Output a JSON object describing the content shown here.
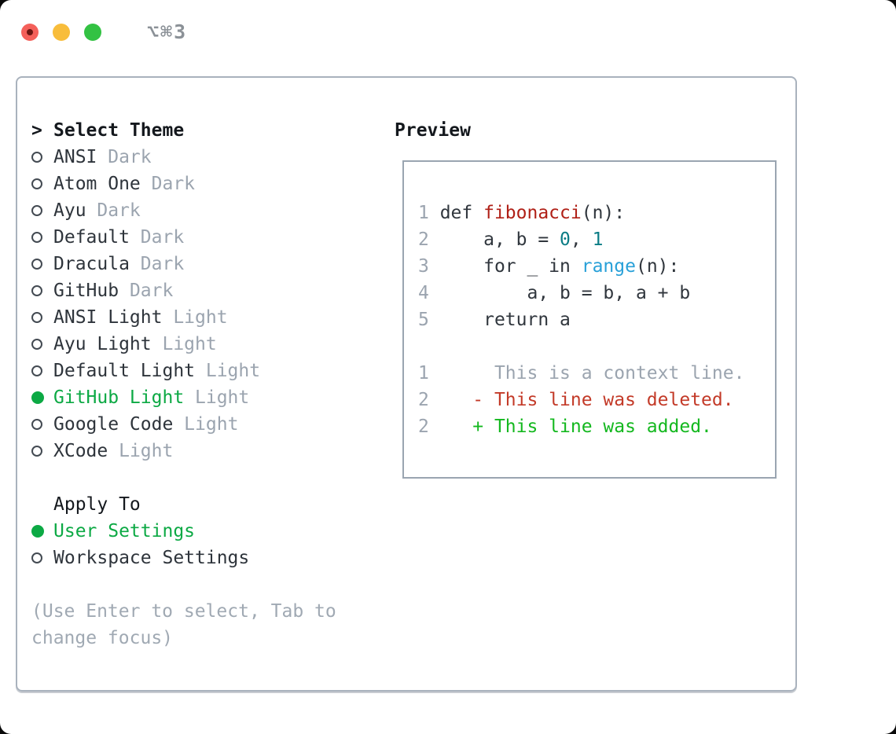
{
  "titlebar": {
    "title": "⌥⌘3"
  },
  "colors": {
    "accent_green": "#0ca944",
    "diff_added_green": "#14b81f",
    "diff_deleted_red": "#c33a28",
    "function_red": "#b02017",
    "number_teal": "#0b7c85",
    "builtin_blue": "#28a0d8",
    "dim_gray": "#9ba4af",
    "traffic_red": "#f4605a",
    "traffic_yellow": "#f8bd3b",
    "traffic_green": "#33c243"
  },
  "theme_picker": {
    "header": {
      "marker": ">",
      "label": "Select Theme"
    },
    "items": [
      {
        "name": "ANSI",
        "variant": "Dark",
        "selected": false
      },
      {
        "name": "Atom One",
        "variant": "Dark",
        "selected": false
      },
      {
        "name": "Ayu",
        "variant": "Dark",
        "selected": false
      },
      {
        "name": "Default",
        "variant": "Dark",
        "selected": false
      },
      {
        "name": "Dracula",
        "variant": "Dark",
        "selected": false
      },
      {
        "name": "GitHub",
        "variant": "Dark",
        "selected": false
      },
      {
        "name": "ANSI Light",
        "variant": "Light",
        "selected": false
      },
      {
        "name": "Ayu Light",
        "variant": "Light",
        "selected": false
      },
      {
        "name": "Default Light",
        "variant": "Light",
        "selected": false
      },
      {
        "name": "GitHub Light",
        "variant": "Light",
        "selected": true
      },
      {
        "name": "Google Code",
        "variant": "Light",
        "selected": false
      },
      {
        "name": "XCode",
        "variant": "Light",
        "selected": false
      }
    ],
    "apply_to": {
      "label": "Apply To",
      "options": [
        {
          "name": "User Settings",
          "selected": true
        },
        {
          "name": "Workspace Settings",
          "selected": false
        }
      ]
    },
    "hint_lines": [
      "(Use Enter to select, Tab to",
      "change focus)"
    ]
  },
  "preview": {
    "title": "Preview",
    "code_lines": [
      {
        "num": "1",
        "tokens": [
          [
            "def ",
            "p"
          ],
          [
            "fibonacci",
            "fn"
          ],
          [
            "(n):",
            "p"
          ]
        ]
      },
      {
        "num": "2",
        "tokens": [
          [
            "    a, b = ",
            "p"
          ],
          [
            "0",
            "num"
          ],
          [
            ", ",
            "p"
          ],
          [
            "1",
            "num"
          ]
        ]
      },
      {
        "num": "3",
        "tokens": [
          [
            "    for _ in ",
            "p"
          ],
          [
            "range",
            "bi"
          ],
          [
            "(n):",
            "p"
          ]
        ]
      },
      {
        "num": "4",
        "tokens": [
          [
            "        a, b = b, a + b",
            "p"
          ]
        ]
      },
      {
        "num": "5",
        "tokens": [
          [
            "    return a",
            "p"
          ]
        ]
      }
    ],
    "diff_lines": [
      {
        "num": "1",
        "text": "     This is a context line.",
        "kind": "ctx"
      },
      {
        "num": "2",
        "text": "   - This line was deleted.",
        "kind": "del"
      },
      {
        "num": "2",
        "text": "   + This line was added.",
        "kind": "add"
      }
    ]
  }
}
